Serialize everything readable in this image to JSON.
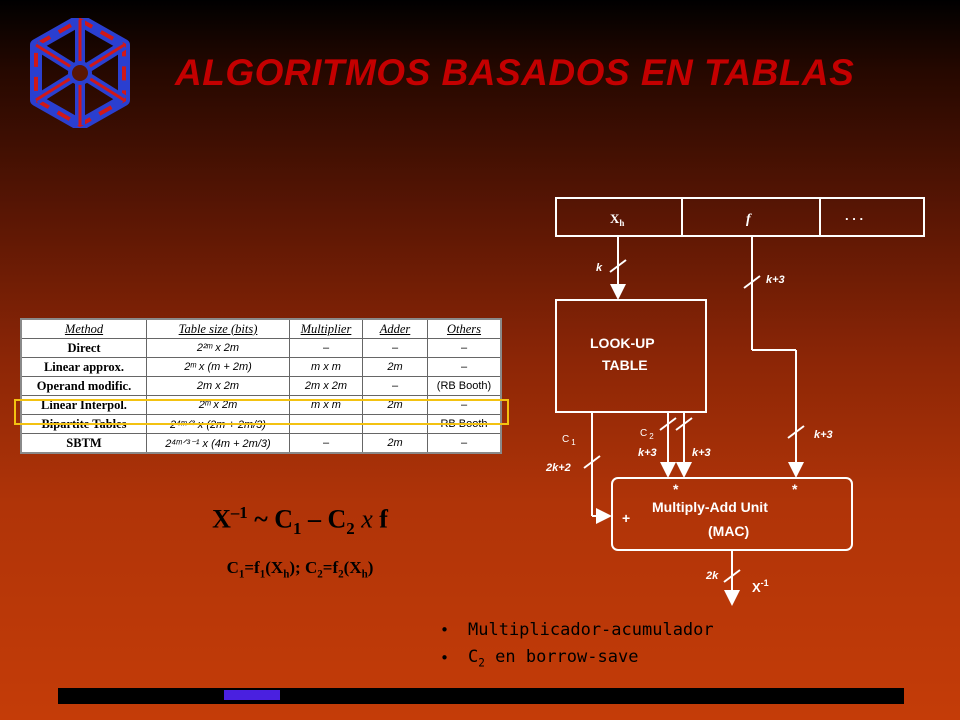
{
  "slide": {
    "title": "ALGORITMOS BASADOS EN TABLAS"
  },
  "table": {
    "headers": [
      "Method",
      "Table size (bits)",
      "Multiplier",
      "Adder",
      "Others"
    ],
    "rows": [
      {
        "method": "Direct",
        "size": "2²ᵐ x 2m",
        "mult": "–",
        "adder": "–",
        "others": "–"
      },
      {
        "method": "Linear approx.",
        "size": "2ᵐ x (m + 2m)",
        "mult": "m x m",
        "adder": "2m",
        "others": "–"
      },
      {
        "method": "Operand modific.",
        "size": "2m x 2m",
        "mult": "2m x 2m",
        "adder": "–",
        "others": "(RB Booth)"
      },
      {
        "method": "Linear Interpol.",
        "size": "2ᵐ x 2m",
        "mult": "m x m",
        "adder": "2m",
        "others": "–"
      },
      {
        "method": "Bipartite Tables",
        "size": "2⁴ᵐᐟ³ x (2m + 2m/3)",
        "mult": "–",
        "adder": "–",
        "others": "RB Booth"
      },
      {
        "method": "SBTM",
        "size": "2⁴ᵐᐟ³⁻¹ x (4m + 2m/3)",
        "mult": "–",
        "adder": "2m",
        "others": "–"
      }
    ]
  },
  "formula": {
    "main_x": "X",
    "main_exp": "–1",
    "main_rest_a": " ~ C",
    "main_sub1": "1",
    "main_rest_b": " – C",
    "main_sub2": "2",
    "main_op": " x ",
    "main_f": "f",
    "line2_a": "C",
    "line2_s1": "1",
    "line2_b": "=f",
    "line2_s2": "1",
    "line2_c": "(X",
    "line2_s3": "h",
    "line2_d": "); C",
    "line2_s4": "2",
    "line2_e": "=f",
    "line2_s5": "2",
    "line2_f": "(X",
    "line2_s6": "h",
    "line2_g": ")"
  },
  "bullets": [
    {
      "icon": "bullet-glyph",
      "text": "Multiplicador-acumulador"
    },
    {
      "icon": "bullet-glyph",
      "pre": "C",
      "sub": "2",
      "post": " en borrow-save"
    }
  ],
  "diagram": {
    "reg_xh": "X",
    "reg_xh_sub": "h",
    "reg_f": "f",
    "reg_dots": ". . .",
    "bus_k": "k",
    "bus_k3_top": "k+3",
    "lut_line1": "LOOK-UP",
    "lut_line2": "TABLE",
    "c1": "C",
    "c1_sub": "1",
    "c2": "C",
    "c2_sub": "2",
    "bus_2k2": "2k+2",
    "bus_k3_a": "k+3",
    "bus_k3_b": "k+3",
    "bus_k3_right": "k+3",
    "mac_line1": "Multiply-Add Unit",
    "mac_line2": "(MAC)",
    "mac_plus": "+",
    "mac_star1": "*",
    "mac_star2": "*",
    "bus_2k": "2k",
    "out": "X",
    "out_exp": "-1"
  },
  "colors": {
    "title": "#c40000",
    "highlight": "#f3c211",
    "bar_mark": "#4a20e0"
  }
}
